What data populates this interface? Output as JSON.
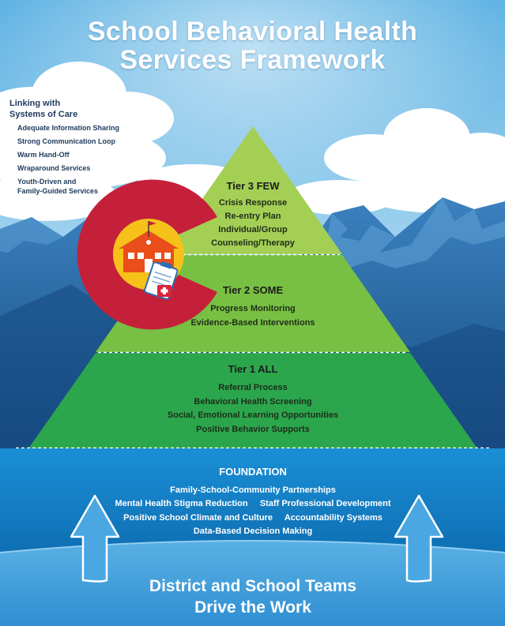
{
  "title": {
    "line1": "School Behavioral Health",
    "line2": "Services Framework"
  },
  "systems_of_care": {
    "heading_line1": "Linking with",
    "heading_line2": "Systems of Care",
    "items": [
      "Adequate Information Sharing",
      "Strong Communication Loop",
      "Warm Hand-Off",
      "Wraparound Services",
      "Youth-Driven and",
      "Family-Guided Services"
    ]
  },
  "tiers": {
    "tier3": {
      "heading": "Tier 3 FEW",
      "items": [
        "Crisis Response",
        "Re-entry Plan",
        "Individual/Group",
        "Counseling/Therapy"
      ]
    },
    "tier2": {
      "heading": "Tier 2 SOME",
      "items": [
        "Progress Monitoring",
        "Evidence-Based Interventions"
      ]
    },
    "tier1": {
      "heading": "Tier 1 ALL",
      "items": [
        "Referral Process",
        "Behavioral Health Screening",
        "Social, Emotional Learning Opportunities",
        "Positive Behavior Supports"
      ]
    }
  },
  "foundation": {
    "heading": "FOUNDATION",
    "lines": [
      "Family-School-Community Partnerships",
      "Mental Health Stigma Reduction     Staff Professional Development",
      "Positive School Climate and Culture     Accountability Systems",
      "Data-Based Decision Making"
    ]
  },
  "bottom": {
    "line1": "District and School Teams",
    "line2": "Drive the Work"
  },
  "icons": [
    "school-icon",
    "clipboard-icon",
    "medical-cross-icon",
    "up-arrow-icon",
    "colorado-c-logo"
  ],
  "colors": {
    "sky": "#6fbbe6",
    "tier3": "#9ccc4e",
    "tier2": "#6dbf44",
    "tier1": "#2fa84a",
    "foundation": "#1583c9",
    "mountain": "#1f5d99",
    "logo_red": "#c5203a",
    "logo_yellow": "#f6c21a"
  }
}
